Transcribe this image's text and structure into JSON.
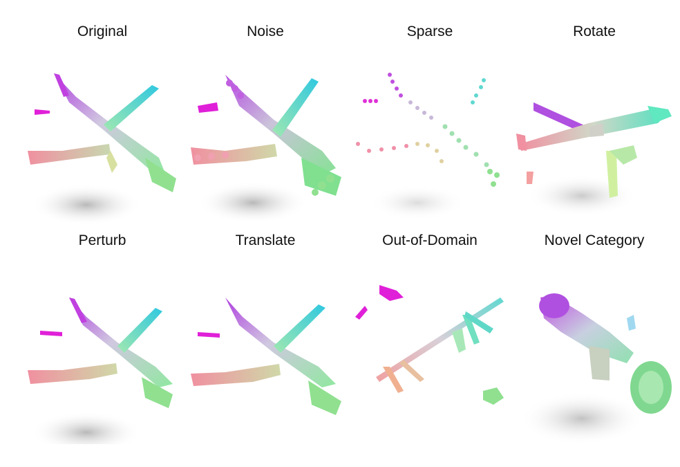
{
  "panels": [
    {
      "label": "Original"
    },
    {
      "label": "Noise"
    },
    {
      "label": "Sparse"
    },
    {
      "label": "Rotate"
    },
    {
      "label": "Perturb"
    },
    {
      "label": "Translate"
    },
    {
      "label": "Out-of-Domain"
    },
    {
      "label": "Novel Category"
    }
  ],
  "colors": {
    "magenta": "#e020d8",
    "purple": "#b060e0",
    "lavender": "#c8b0e8",
    "gray": "#c8c8c8",
    "cyan": "#30c8e0",
    "teal": "#70e0c0",
    "green": "#90e090",
    "pink": "#f08aa0",
    "tan": "#e0c898",
    "yellowgreen": "#d8f0a0"
  }
}
